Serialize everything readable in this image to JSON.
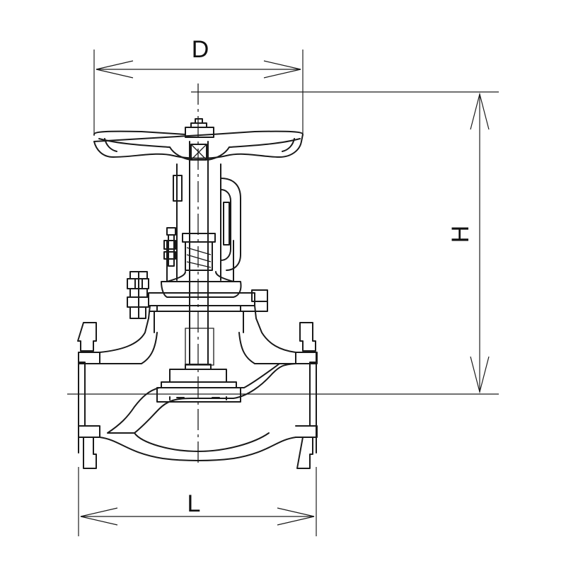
{
  "drawing": {
    "subject": "globe-valve",
    "dimensions": {
      "handwheel_diameter_label": "D",
      "height_label": "H",
      "face_to_face_label": "L"
    }
  }
}
